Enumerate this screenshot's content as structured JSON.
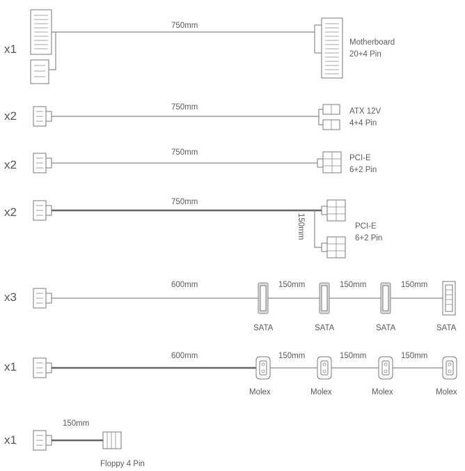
{
  "rows": [
    {
      "quantity": "x1",
      "length": "750mm",
      "label_line1": "Motherboard",
      "label_line2": "20+4 Pin"
    },
    {
      "quantity": "x2",
      "length": "750mm",
      "label_line1": "ATX 12V",
      "label_line2": "4+4 Pin"
    },
    {
      "quantity": "x2",
      "length": "750mm",
      "label_line1": "PCI-E",
      "label_line2": "6+2 Pin"
    },
    {
      "quantity": "x2",
      "length": "750mm",
      "split_length": "150mm",
      "label_line1": "PCI-E",
      "label_line2": "6+2 Pin"
    },
    {
      "quantity": "x3",
      "length": "600mm",
      "segment_lengths": [
        "150mm",
        "150mm",
        "150mm"
      ],
      "connector_labels": [
        "SATA",
        "SATA",
        "SATA",
        "SATA"
      ]
    },
    {
      "quantity": "x1",
      "length": "600mm",
      "segment_lengths": [
        "150mm",
        "150mm",
        "150mm"
      ],
      "connector_labels": [
        "Molex",
        "Molex",
        "Molex",
        "Molex"
      ]
    },
    {
      "quantity": "x1",
      "length": "150mm",
      "label_line1": "Floppy 4 Pin"
    }
  ]
}
